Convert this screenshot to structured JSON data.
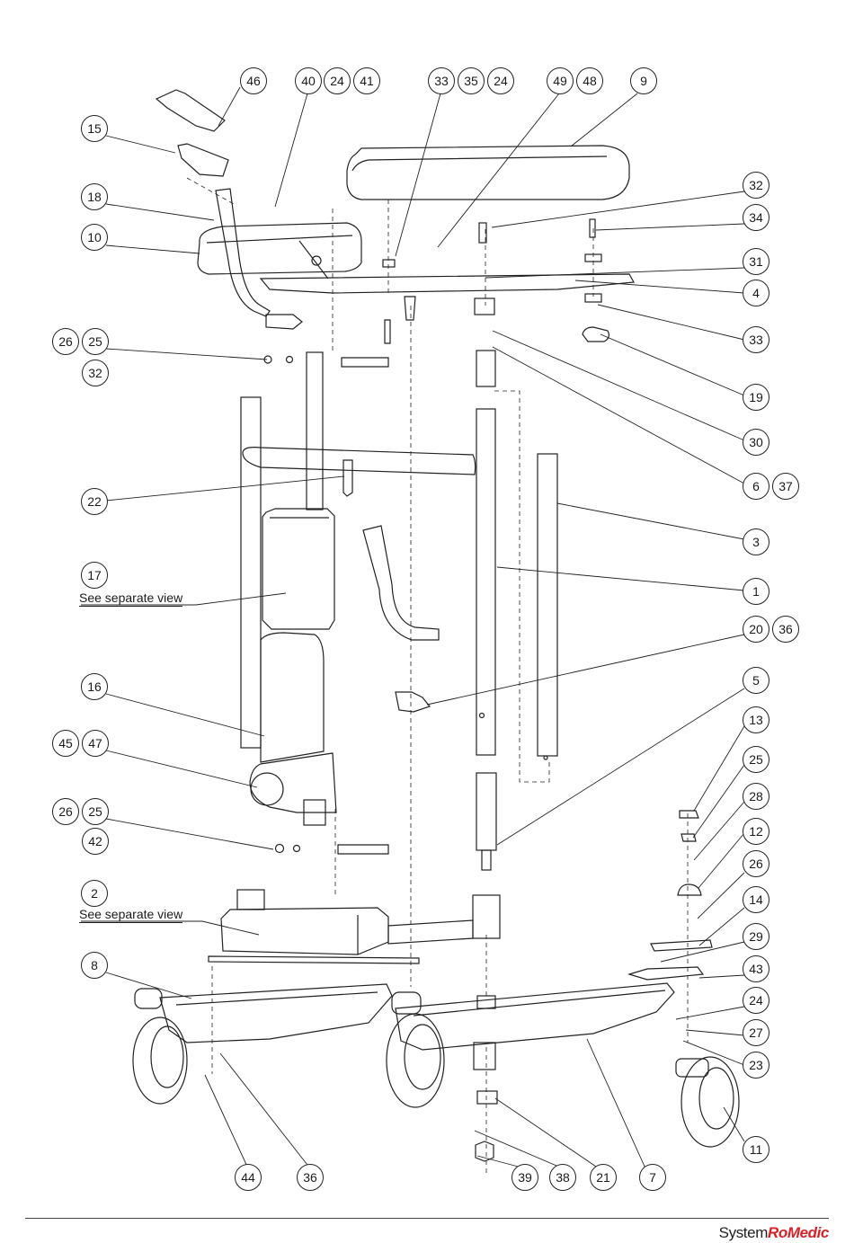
{
  "callouts": [
    {
      "label": "46"
    },
    {
      "label": "40"
    },
    {
      "label": "24"
    },
    {
      "label": "41"
    },
    {
      "label": "33"
    },
    {
      "label": "35"
    },
    {
      "label": "24"
    },
    {
      "label": "49"
    },
    {
      "label": "48"
    },
    {
      "label": "9"
    },
    {
      "label": "15"
    },
    {
      "label": "18"
    },
    {
      "label": "10"
    },
    {
      "label": "32"
    },
    {
      "label": "34"
    },
    {
      "label": "31"
    },
    {
      "label": "4"
    },
    {
      "label": "33"
    },
    {
      "label": "19"
    },
    {
      "label": "26"
    },
    {
      "label": "25"
    },
    {
      "label": "32"
    },
    {
      "label": "30"
    },
    {
      "label": "6"
    },
    {
      "label": "37"
    },
    {
      "label": "22"
    },
    {
      "label": "3"
    },
    {
      "label": "17"
    },
    {
      "label": "1"
    },
    {
      "label": "20"
    },
    {
      "label": "36"
    },
    {
      "label": "16"
    },
    {
      "label": "5"
    },
    {
      "label": "45"
    },
    {
      "label": "47"
    },
    {
      "label": "13"
    },
    {
      "label": "25"
    },
    {
      "label": "28"
    },
    {
      "label": "26"
    },
    {
      "label": "25"
    },
    {
      "label": "42"
    },
    {
      "label": "12"
    },
    {
      "label": "26"
    },
    {
      "label": "2"
    },
    {
      "label": "14"
    },
    {
      "label": "29"
    },
    {
      "label": "8"
    },
    {
      "label": "43"
    },
    {
      "label": "24"
    },
    {
      "label": "27"
    },
    {
      "label": "23"
    },
    {
      "label": "11"
    },
    {
      "label": "44"
    },
    {
      "label": "36"
    },
    {
      "label": "39"
    },
    {
      "label": "38"
    },
    {
      "label": "21"
    },
    {
      "label": "7"
    }
  ],
  "notes": {
    "part17": "See separate view",
    "part2": "See separate view"
  },
  "brand": {
    "part1": "System",
    "part2": "RoMedic",
    "accent_color": "#d6232a"
  }
}
